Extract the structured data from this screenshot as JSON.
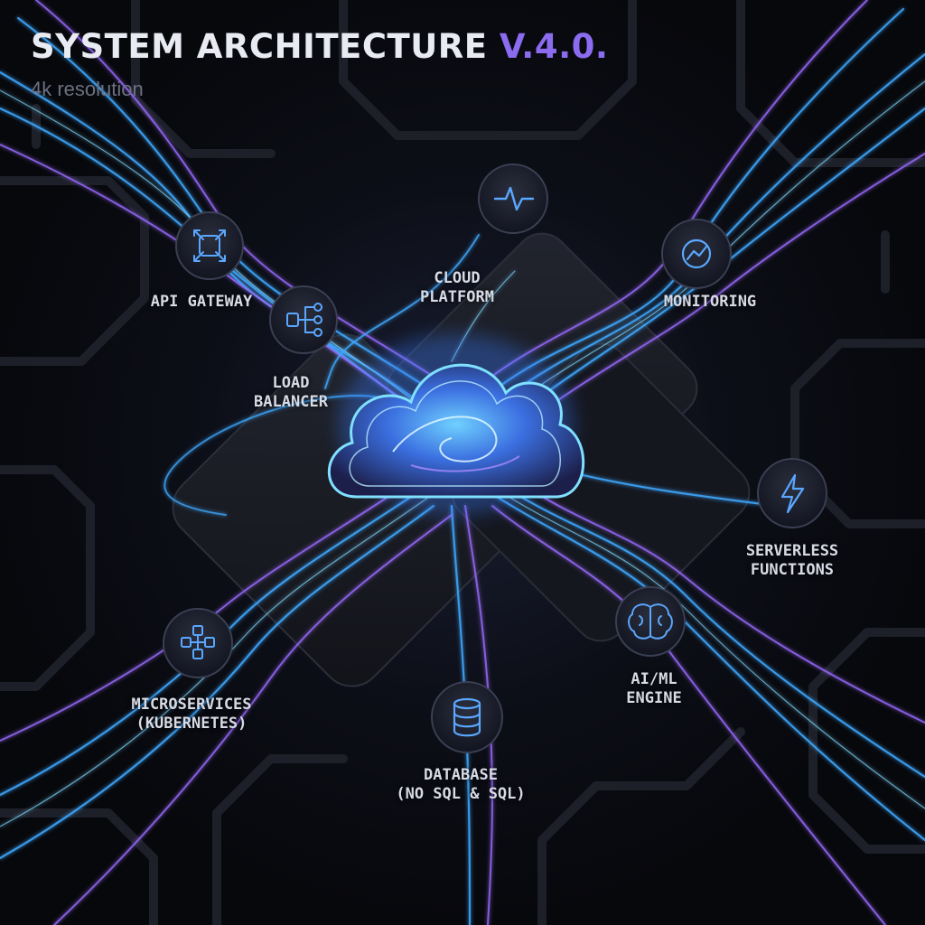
{
  "header": {
    "title_main": "SYSTEM ARCHITECTURE ",
    "title_version": "V.4.0.",
    "subtitle": "4k resolution"
  },
  "colors": {
    "background": "#07080c",
    "accent_blue": "#3fa9ff",
    "accent_violet": "#8b6cf0",
    "label_text": "#d8dbe6"
  },
  "hub": {
    "name": "cloud-icon"
  },
  "nodes": {
    "api_gateway": {
      "line1": "API GATEWAY",
      "line2": "",
      "icon": "expand-arrows-icon"
    },
    "load_balancer": {
      "line1": "LOAD",
      "line2": "BALANCER",
      "icon": "network-branch-icon"
    },
    "cloud_platform": {
      "line1": "CLOUD",
      "line2": "PLATFORM",
      "icon": "pulse-icon"
    },
    "monitoring": {
      "line1": "MONITORING",
      "line2": "",
      "icon": "line-chart-icon"
    },
    "serverless": {
      "line1": "SERVERLESS",
      "line2": "FUNCTIONS",
      "icon": "lightning-icon"
    },
    "ai_ml": {
      "line1": "AI/ML",
      "line2": "ENGINE",
      "icon": "brain-icon"
    },
    "database": {
      "line1": "DATABASE",
      "line2": "(NO SQL & SQL)",
      "icon": "database-icon"
    },
    "microservices": {
      "line1": "MICROSERVICES",
      "line2": "(KUBERNETES)",
      "icon": "nodes-network-icon"
    }
  }
}
